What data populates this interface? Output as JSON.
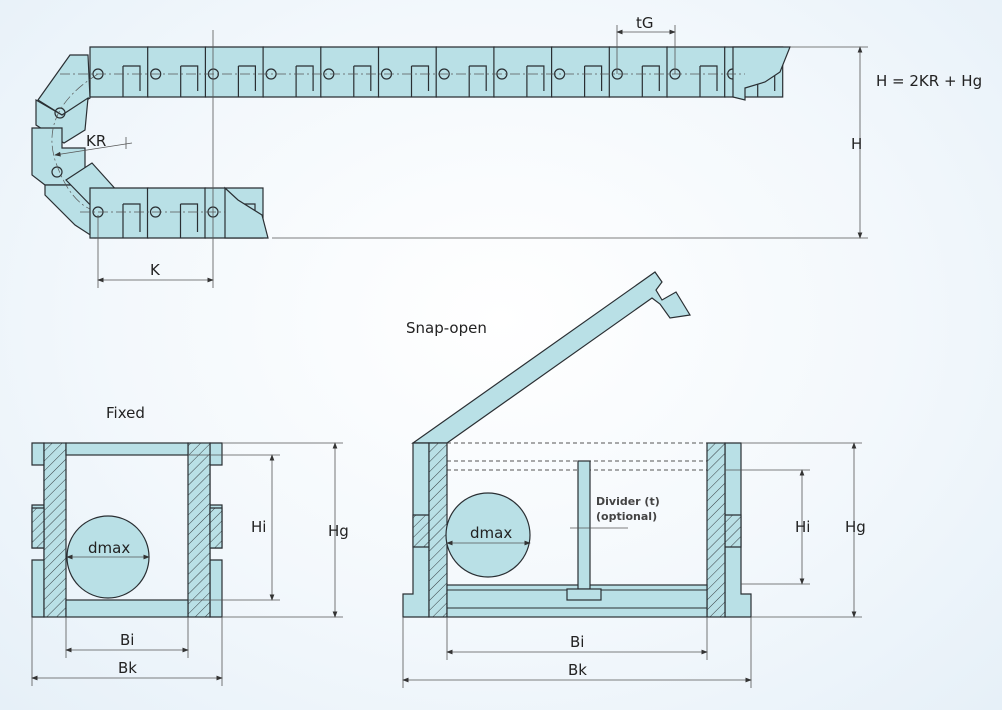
{
  "colors": {
    "part_fill": "#b9e0e6",
    "outline": "#2a2f33",
    "dimension": "#555555"
  },
  "side_view": {
    "pitch_label": "tG",
    "formula": "H = 2KR + Hg",
    "height_label": "H",
    "radius_label": "KR",
    "k_label": "K",
    "top_pin_count": 12,
    "bottom_pin_count": 3
  },
  "fixed_section": {
    "title": "Fixed",
    "dmax_label": "dmax",
    "hi_label": "Hi",
    "hg_label": "Hg",
    "bi_label": "Bi",
    "bk_label": "Bk"
  },
  "snap_open_section": {
    "title": "Snap-open",
    "dmax_label": "dmax",
    "hi_label": "Hi",
    "hg_label": "Hg",
    "bi_label": "Bi",
    "bk_label": "Bk",
    "divider_label": "Divider (t)",
    "divider_note": "(optional)"
  }
}
